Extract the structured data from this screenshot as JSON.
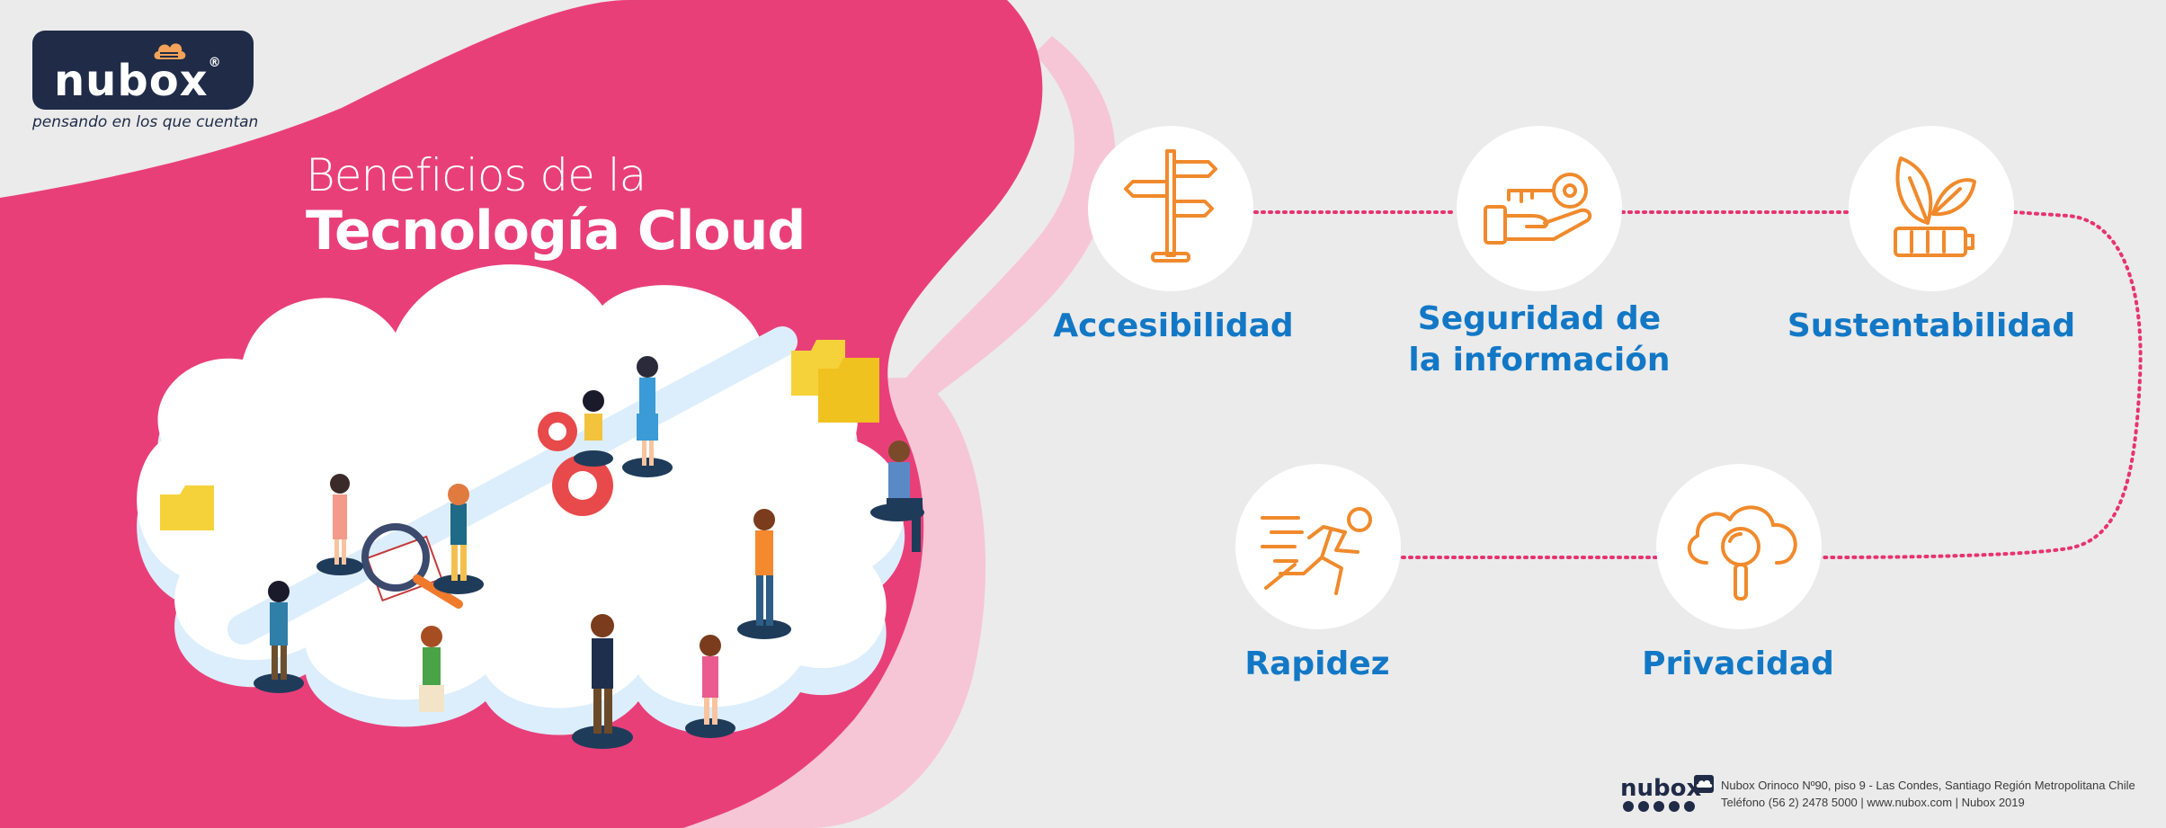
{
  "brand": {
    "logo_text": "nubox",
    "logo_registered": "®",
    "tagline": "pensando en los que cuentan"
  },
  "title": {
    "line1": "Beneficios de la",
    "line2": "Tecnología Cloud"
  },
  "benefits": [
    {
      "label_lines": [
        "Accesibilidad"
      ],
      "icon": "signpost-icon"
    },
    {
      "label_lines": [
        "Seguridad de",
        "la información"
      ],
      "icon": "key-hand-icon"
    },
    {
      "label_lines": [
        "Sustentabilidad"
      ],
      "icon": "plant-battery-icon"
    },
    {
      "label_lines": [
        "Rapidez"
      ],
      "icon": "running-person-icon"
    },
    {
      "label_lines": [
        "Privacidad"
      ],
      "icon": "cloud-search-icon"
    }
  ],
  "footer": {
    "logo_text": "nubox",
    "address": "Nubox Orinoco  Nº90,  piso 9 - Las Condes, Santiago Región Metropolitana Chile",
    "contact": "Teléfono (56 2) 2478 5000 | www.nubox.com | Nubox 2019",
    "social_icons": [
      "facebook-icon",
      "linkedin-icon",
      "twitter-icon",
      "youtube-icon",
      "instagram-icon"
    ]
  },
  "colors": {
    "background": "#ebebeb",
    "pink": "#e93f79",
    "light_pink": "#f6c6d6",
    "navy": "#1f2b47",
    "blue_text": "#1278c6",
    "orange_icon": "#f08a2c",
    "dotted_path": "#e8336f"
  }
}
